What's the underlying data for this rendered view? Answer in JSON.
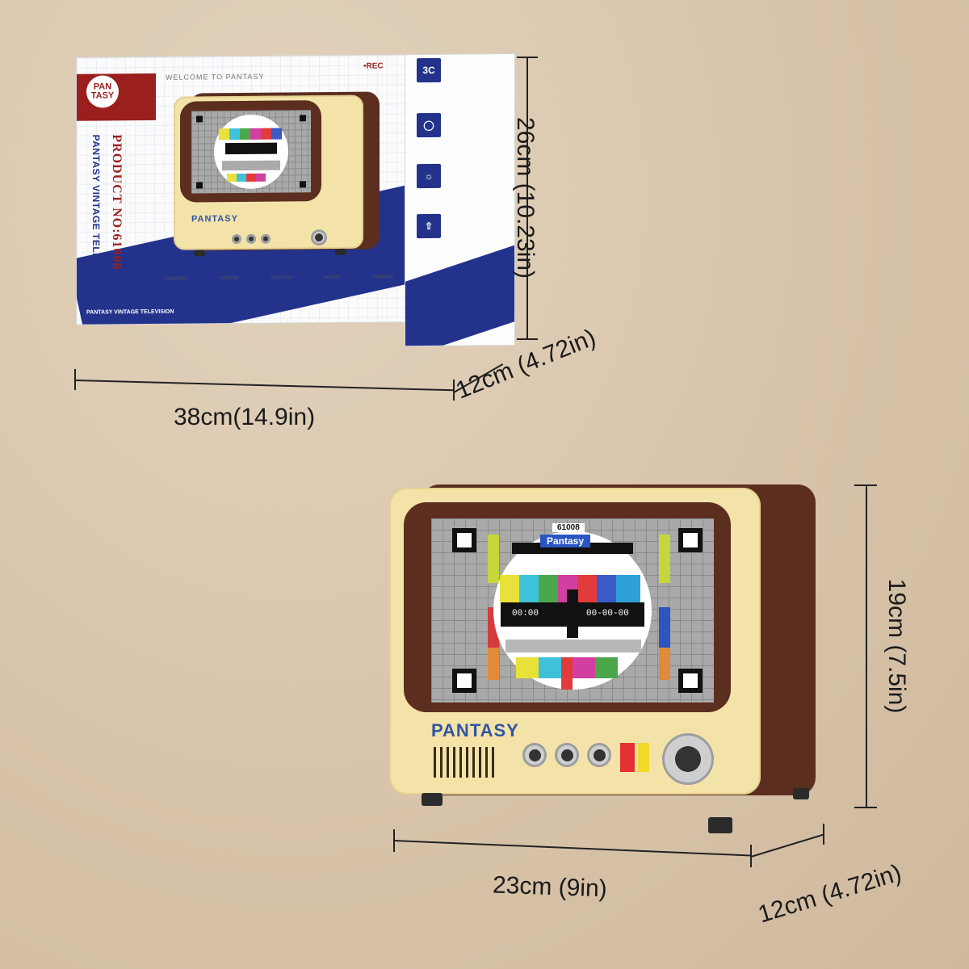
{
  "box": {
    "logo": "PAN TASY",
    "welcome": "WELCOME TO PANTASY",
    "rec": "•REC",
    "product_no": "PRODUCT NO:61008",
    "product_name": "PANTASY VINTAGE TELEVISION",
    "footer": "PANTASY VINTAGE TELEVISION",
    "scale_labels": [
      "FASHION",
      "CREATE",
      "PANTASY",
      "MUSIC",
      "VINTAGE"
    ],
    "side_icon": "3C"
  },
  "tv": {
    "brand": "PANTASY",
    "screen_label": "61008",
    "screen_brand": "Pantasy",
    "time_left": "00:00",
    "time_right": "00-00-00"
  },
  "dimensions": {
    "box_height": "26cm (10.23in)",
    "box_width": "38cm(14.9in)",
    "box_depth": "12cm (4.72in)",
    "tv_height": "19cm (7.5in)",
    "tv_width": "23cm (9in)",
    "tv_depth": "12cm (4.72in)"
  },
  "colors": {
    "case_brown": "#5b2e1f",
    "front_cream": "#f4e3a8",
    "box_blue": "#23338c",
    "box_red": "#9a1f1d",
    "brand_blue": "#2f55a4"
  }
}
